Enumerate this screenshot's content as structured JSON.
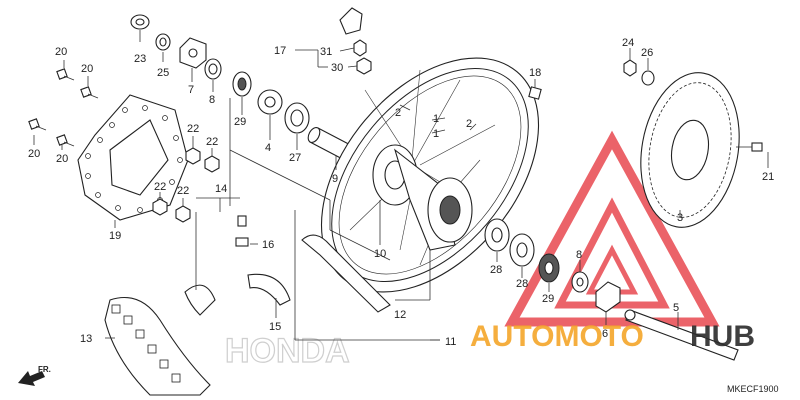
{
  "callouts": {
    "c1a": "1",
    "c1b": "1",
    "c2a": "2",
    "c2b": "2",
    "c3": "3",
    "c4": "4",
    "c5": "5",
    "c6": "6",
    "c7": "7",
    "c8a": "8",
    "c8b": "8",
    "c9": "9",
    "c10": "10",
    "c11": "11",
    "c12": "12",
    "c13": "13",
    "c14": "14",
    "c15": "15",
    "c16": "16",
    "c17": "17",
    "c18": "18",
    "c19": "19",
    "c20a": "20",
    "c20b": "20",
    "c20c": "20",
    "c20d": "20",
    "c21": "21",
    "c22a": "22",
    "c22b": "22",
    "c22c": "22",
    "c22d": "22",
    "c23": "23",
    "c24": "24",
    "c25": "25",
    "c26": "26",
    "c27": "27",
    "c28a": "28",
    "c28b": "28",
    "c29a": "29",
    "c29b": "29",
    "c30": "30",
    "c31": "31"
  },
  "diagram_code": "MKECF1900",
  "direction_label": "FR.",
  "brand_watermark": {
    "part1": "AUTOMOTO",
    "part2": "HUB",
    "accent_color": "#f4a62a",
    "triangle_color": "#e8484f"
  },
  "background_logo": "HONDA",
  "colors": {
    "line": "#222222",
    "background": "#ffffff"
  }
}
